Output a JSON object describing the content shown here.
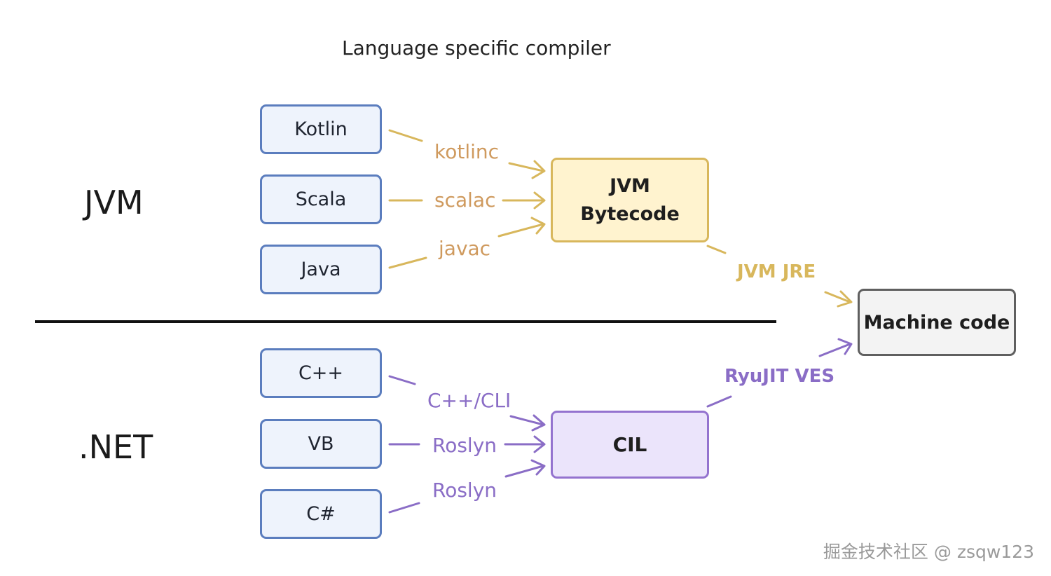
{
  "heading": "Language specific compiler",
  "platforms": {
    "jvm": "JVM",
    "net": ".NET"
  },
  "jvm_languages": [
    "Kotlin",
    "Scala",
    "Java"
  ],
  "jvm_compilers": [
    "kotlinc",
    "scalac",
    "javac"
  ],
  "jvm_target": {
    "line1": "JVM",
    "line2": "Bytecode"
  },
  "net_languages": [
    "C++",
    "VB",
    "C#"
  ],
  "net_compilers": [
    "C++/CLI",
    "Roslyn",
    "Roslyn"
  ],
  "net_target": "CIL",
  "machine_code": "Machine code",
  "runtimes": {
    "jvm": "JVM JRE",
    "net": "RyuJIT VES"
  },
  "watermark": "掘金技术社区 @ zsqw123",
  "colors": {
    "jvm_arrow": "#d8b75c",
    "jvm_label": "#cf9a5e",
    "net_arrow": "#8a6dc6",
    "lang_border": "#5b7dbe"
  }
}
